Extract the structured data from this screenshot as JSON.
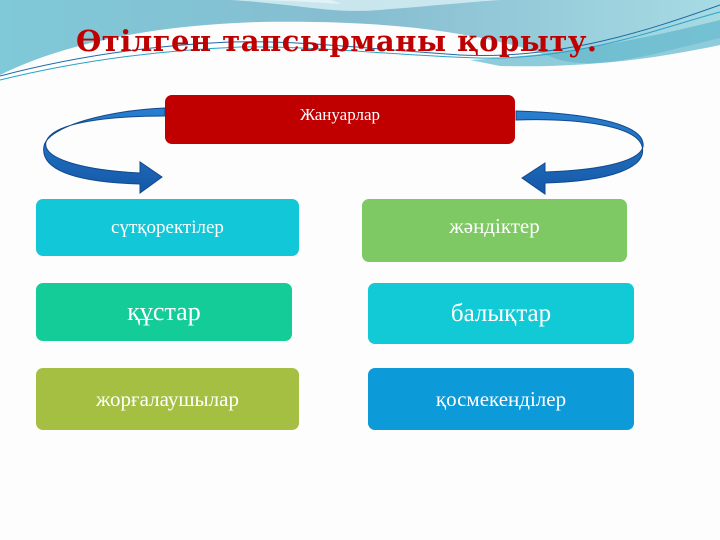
{
  "slide": {
    "title": "Өтілген тапсырманы қорыту.",
    "colors": {
      "title": "#c00000",
      "root_box": "#c00000",
      "arrows": "#1f6fc0",
      "background_wave": "#6fc3d6"
    }
  },
  "diagram": {
    "root": {
      "label": "Жануарлар",
      "color": "#c00000"
    },
    "arrows": [
      {
        "name": "left-curved-arrow",
        "direction": "clockwise-down-right"
      },
      {
        "name": "right-curved-arrow",
        "direction": "counterclockwise-down-left"
      }
    ],
    "categories": [
      {
        "label": "сүтқоректілер",
        "color": "#12c8d8",
        "column": "left",
        "row": 1
      },
      {
        "label": "құстар",
        "color": "#14cc98",
        "column": "left",
        "row": 2
      },
      {
        "label": "жорғалаушылар",
        "color": "#a4bf42",
        "column": "left",
        "row": 3
      },
      {
        "label": "жәндіктер",
        "color": "#7ec964",
        "column": "right",
        "row": 1
      },
      {
        "label": "балықтар",
        "color": "#12cad6",
        "column": "right",
        "row": 2
      },
      {
        "label": "қосмекенділер",
        "color": "#0c9ad8",
        "column": "right",
        "row": 3
      }
    ]
  }
}
